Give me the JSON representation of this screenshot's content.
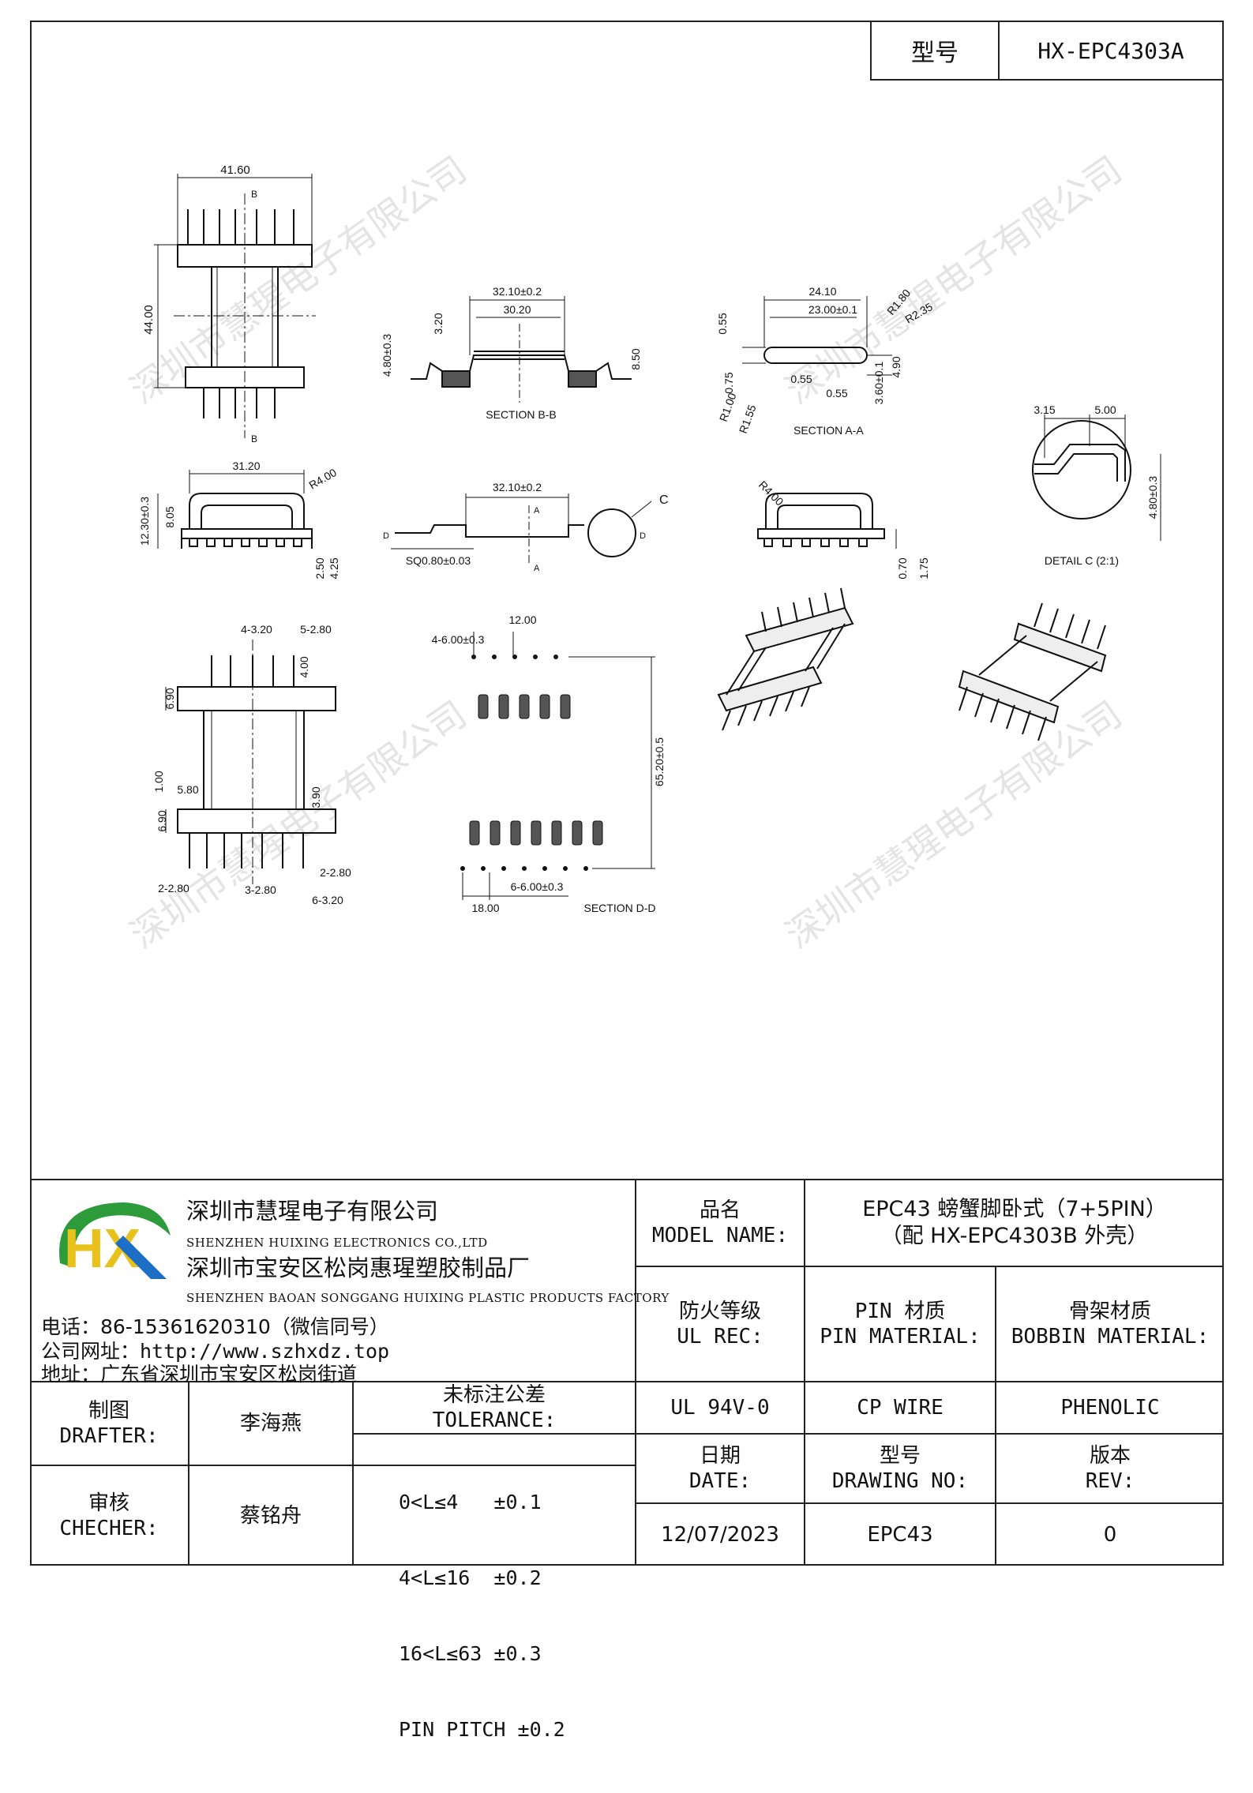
{
  "header": {
    "model_label": "型号",
    "model_value": "HX-EPC4303A"
  },
  "drawing": {
    "top_view": {
      "width": "41.60",
      "height": "44.00",
      "section_mark": "B"
    },
    "section_bb": {
      "outer": "32.10±0.2",
      "inner": "30.20",
      "h1": "4.80±0.3",
      "h2": "3.20",
      "h3": "8.50",
      "label": "SECTION B-B"
    },
    "section_aa": {
      "w1": "24.10",
      "w2": "23.00±0.1",
      "r1": "R1.80",
      "r2": "R2.35",
      "t1": "0.55",
      "t2": "0.75",
      "t3": "0.55",
      "t4": "0.55",
      "h1": "3.60±0.1",
      "h2": "4.90",
      "r3": "R1.00",
      "r4": "R1.55",
      "label": "SECTION A-A"
    },
    "detail_c": {
      "a": "3.15",
      "b": "5.00",
      "h": "4.80±0.3",
      "label": "DETAIL C (2:1)"
    },
    "side_view": {
      "w": "31.20",
      "r": "R4.00",
      "h1": "12.30±0.3",
      "h2": "8.05",
      "b1": "2.50",
      "b2": "4.25"
    },
    "mid_view": {
      "w": "32.10±0.2",
      "pin": "SQ0.80±0.03",
      "mark_c": "C",
      "mark_a": "A",
      "mark_d": "D"
    },
    "end_view": {
      "r": "R4.00",
      "h1": "0.70",
      "h2": "1.75"
    },
    "front_view": {
      "p1": "4-3.20",
      "p2": "5-2.80",
      "h1": "4.00",
      "h2": "6.90",
      "h3": "1.00",
      "w": "5.80",
      "h4": "3.90",
      "h5": "6.90",
      "b1": "2-2.80",
      "b2": "3-2.80",
      "b3": "2-2.80",
      "b4": "6-3.20"
    },
    "section_dd": {
      "p1": "4-6.00±0.3",
      "d1": "12.00",
      "len": "65.20±0.5",
      "p2": "6-6.00±0.3",
      "d2": "18.00",
      "label": "SECTION D-D"
    }
  },
  "watermark": "深圳市慧瑆电子有限公司",
  "titleblock": {
    "company_cn": "深圳市慧瑆电子有限公司",
    "company_en": "SHENZHEN HUIXING ELECTRONICS CO.,LTD",
    "factory_cn": "深圳市宝安区松岗惠瑆塑胶制品厂",
    "factory_en": "SHENZHEN BAOAN SONGGANG HUIXING PLASTIC PRODUCTS FACTORY",
    "phone": "电话：86-15361620310（微信同号）",
    "website": "公司网址：http://www.szhxdz.top",
    "address": "地址：广东省深圳市宝安区松岗街道",
    "logo_text": "HX",
    "model_name_cn": "品名",
    "model_name_en": "MODEL NAME:",
    "model_name_value1": "EPC43 螃蟹脚卧式（7+5PIN）",
    "model_name_value2": "（配 HX-EPC4303B 外壳）",
    "fire_cn": "防火等级",
    "fire_en": "UL REC:",
    "pin_mat_cn": "PIN 材质",
    "pin_mat_en": "PIN MATERIAL:",
    "bobbin_cn": "骨架材质",
    "bobbin_en": "BOBBIN MATERIAL:",
    "fire_value": "UL 94V-0",
    "pin_value": "CP WIRE",
    "bobbin_value": "PHENOLIC",
    "drafter_cn": "制图",
    "drafter_en": "DRAFTER:",
    "drafter_name": "李海燕",
    "checker_cn": "审核",
    "checker_en": "CHECHER:",
    "checker_name": "蔡铭舟",
    "tol_cn": "未标注公差",
    "tol_en": "TOLERANCE:",
    "tol_lines": [
      "0<L≤4   ±0.1",
      "4<L≤16  ±0.2",
      "16<L≤63 ±0.3",
      "PIN PITCH ±0.2"
    ],
    "date_cn": "日期",
    "date_en": "DATE:",
    "drawno_cn": "型号",
    "drawno_en": "DRAWING NO:",
    "rev_cn": "版本",
    "rev_en": "REV:",
    "date_value": "12/07/2023",
    "drawno_value": "EPC43",
    "rev_value": "0"
  },
  "colors": {
    "logo_green": "#2e9b3a",
    "logo_yellow": "#e8c21a",
    "logo_blue": "#1c6fc4",
    "line": "#222222"
  }
}
